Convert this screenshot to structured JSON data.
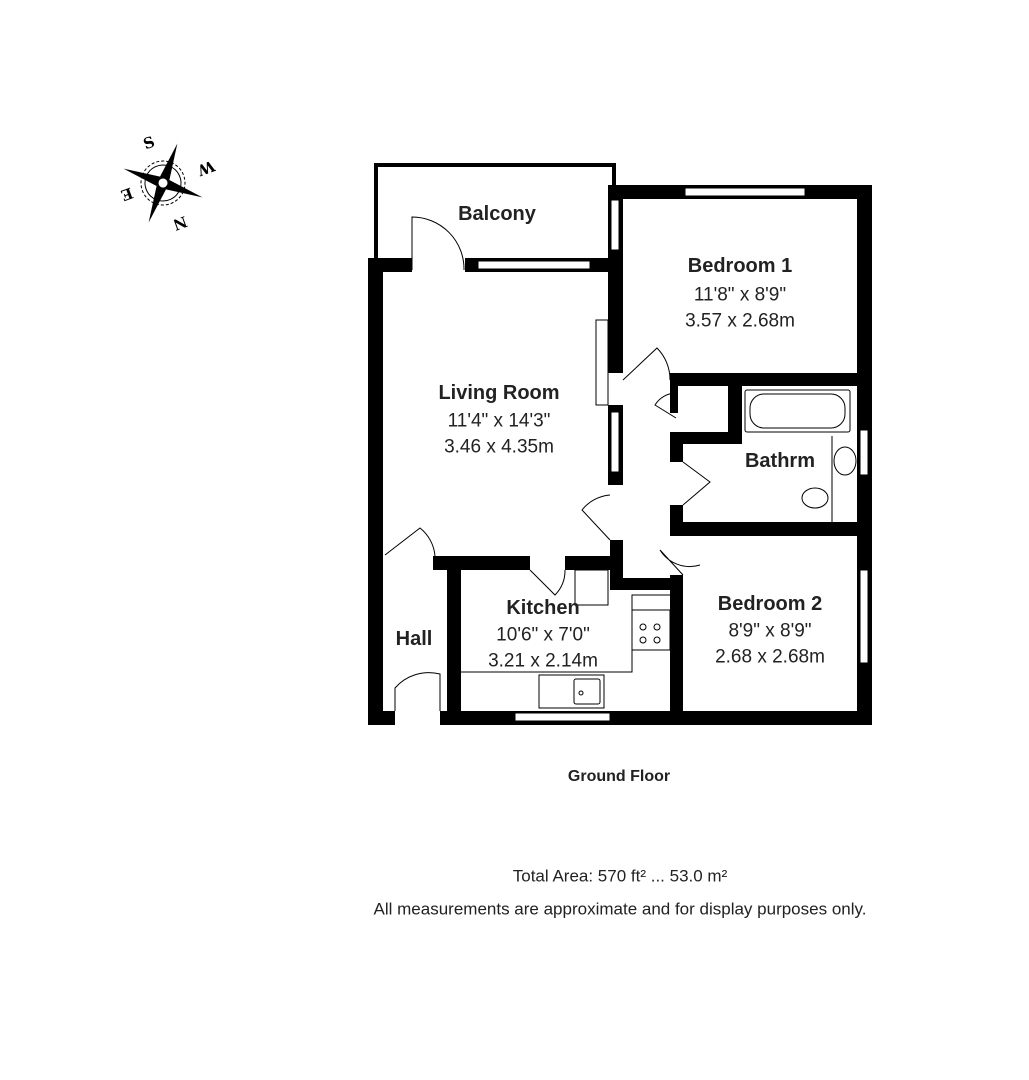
{
  "compass": {
    "n": "N",
    "s": "S",
    "e": "E",
    "w": "W"
  },
  "rooms": {
    "balcony": {
      "name": "Balcony"
    },
    "bedroom1": {
      "name": "Bedroom 1",
      "imperial": "11'8\" x 8'9\"",
      "metric": "3.57 x 2.68m"
    },
    "living": {
      "name": "Living Room",
      "imperial": "11'4\" x 14'3\"",
      "metric": "3.46 x 4.35m"
    },
    "bathroom": {
      "name": "Bathrm"
    },
    "bedroom2": {
      "name": "Bedroom 2",
      "imperial": "8'9\" x 8'9\"",
      "metric": "2.68 x 2.68m"
    },
    "kitchen": {
      "name": "Kitchen",
      "imperial": "10'6\" x 7'0\"",
      "metric": "3.21 x 2.14m"
    },
    "hall": {
      "name": "Hall"
    }
  },
  "floor_label": "Ground Floor",
  "total_area": "Total Area: 570 ft² ... 53.0 m²",
  "disclaimer": "All measurements are approximate and for display purposes only."
}
